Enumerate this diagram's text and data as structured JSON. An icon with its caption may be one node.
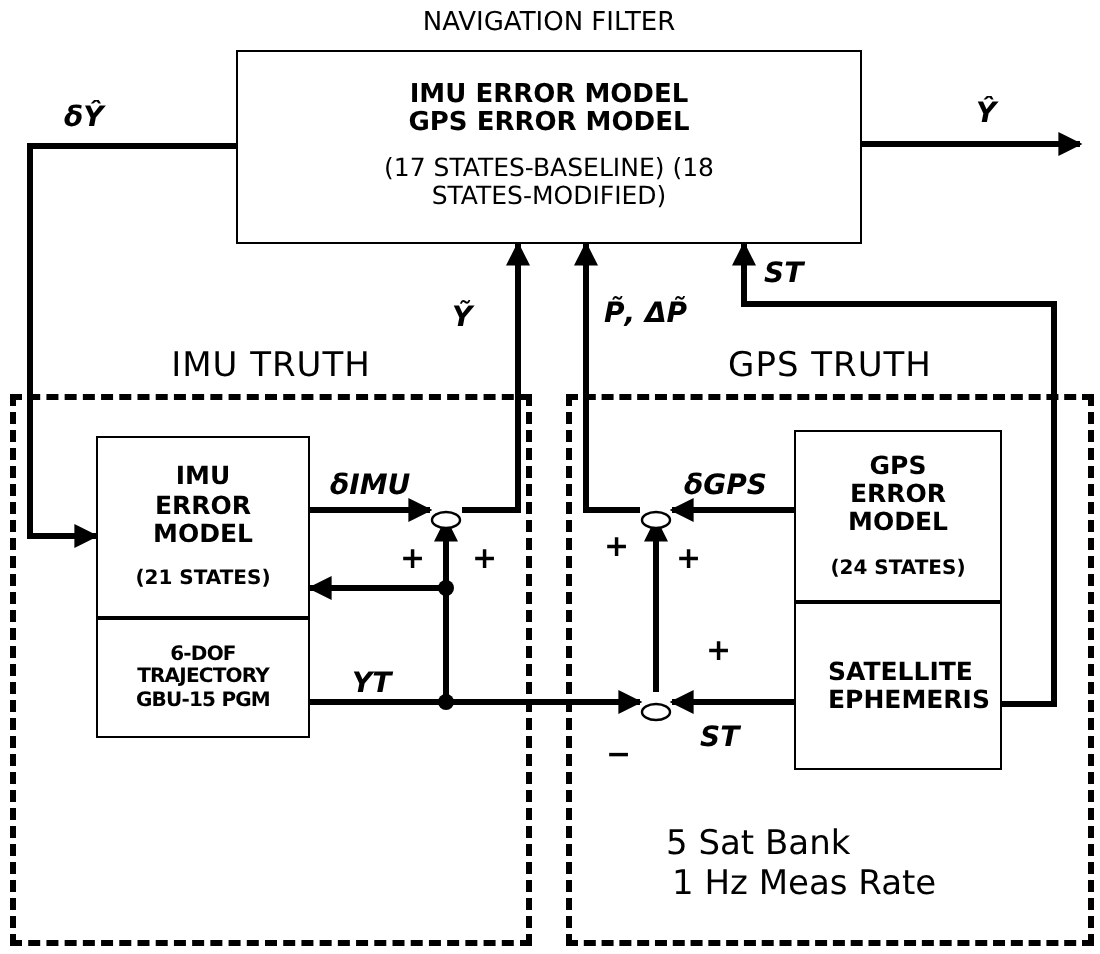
{
  "diagram": {
    "nodes": [
      {
        "text": [
          "NAVIGATION FILTER",
          "IMU ERROR MODEL GPS ERROR MODEL",
          "(17 STATES-BASELINE) (18 STATES-MODIFIED)"
        ]
      },
      {
        "text": [
          "IMU TRUTH"
        ]
      },
      {
        "text": [
          "GPS TRUTH"
        ]
      },
      {
        "text": [
          "IMU ERROR MODEL",
          "(21 STATES)"
        ],
        "in": 1
      },
      {
        "text": [
          "6-DOF TRAJECTORY GBU-15 PGM"
        ],
        "in": 1
      },
      {
        "text": [],
        "shape": "circle",
        "in": 1
      },
      {
        "text": [
          "GPS ERROR MODEL",
          "(24 STATES)"
        ],
        "in": 2
      },
      {
        "text": [
          "SATELLITE EPHEMERIS"
        ],
        "in": 2
      },
      {
        "text": [],
        "shape": "circle",
        "in": 2
      },
      {
        "text": [],
        "shape": "circle",
        "in": 2
      }
    ],
    "edges": [
      {
        "from": 0,
        "to": 3,
        "arrow": "to",
        "label": "δ**Ŷ**"
      },
      {
        "from": 0,
        "to": null,
        "arrow": "to",
        "label": "Ŷ"
      },
      {
        "from": 5,
        "to": 0,
        "arrow": "to",
        "label": "Ỹ"
      },
      {
        "from": 8,
        "to": 0,
        "arrow": "to",
        "label": "P̃, ΔP̃"
      },
      {
        "from": 7,
        "to": 0,
        "arrow": "to",
        "label": "ST"
      },
      {
        "from": 3,
        "to": 5,
        "arrow": "to",
        "label": "δ**IMU**"
      },
      {
        "from": 4,
        "to": 9,
        "arrow": "to",
        "label": "YT"
      },
      {
        "from": 4,
        "to": 5,
        "arrow": "to"
      },
      {
        "from": 4,
        "to": 3,
        "arrow": "to"
      },
      {
        "from": 6,
        "to": 8,
        "arrow": "to",
        "label": "δ**GPS**"
      },
      {
        "from": 9,
        "to": 8,
        "arrow": "to"
      },
      {
        "from": 7,
        "to": 9,
        "arrow": "to",
        "label": "ST"
      }
    ],
    "labels": [
      "+",
      "+",
      "+",
      "+",
      "+",
      "−",
      "5 Sat Bank",
      "1 Hz Meas Rate"
    ]
  }
}
